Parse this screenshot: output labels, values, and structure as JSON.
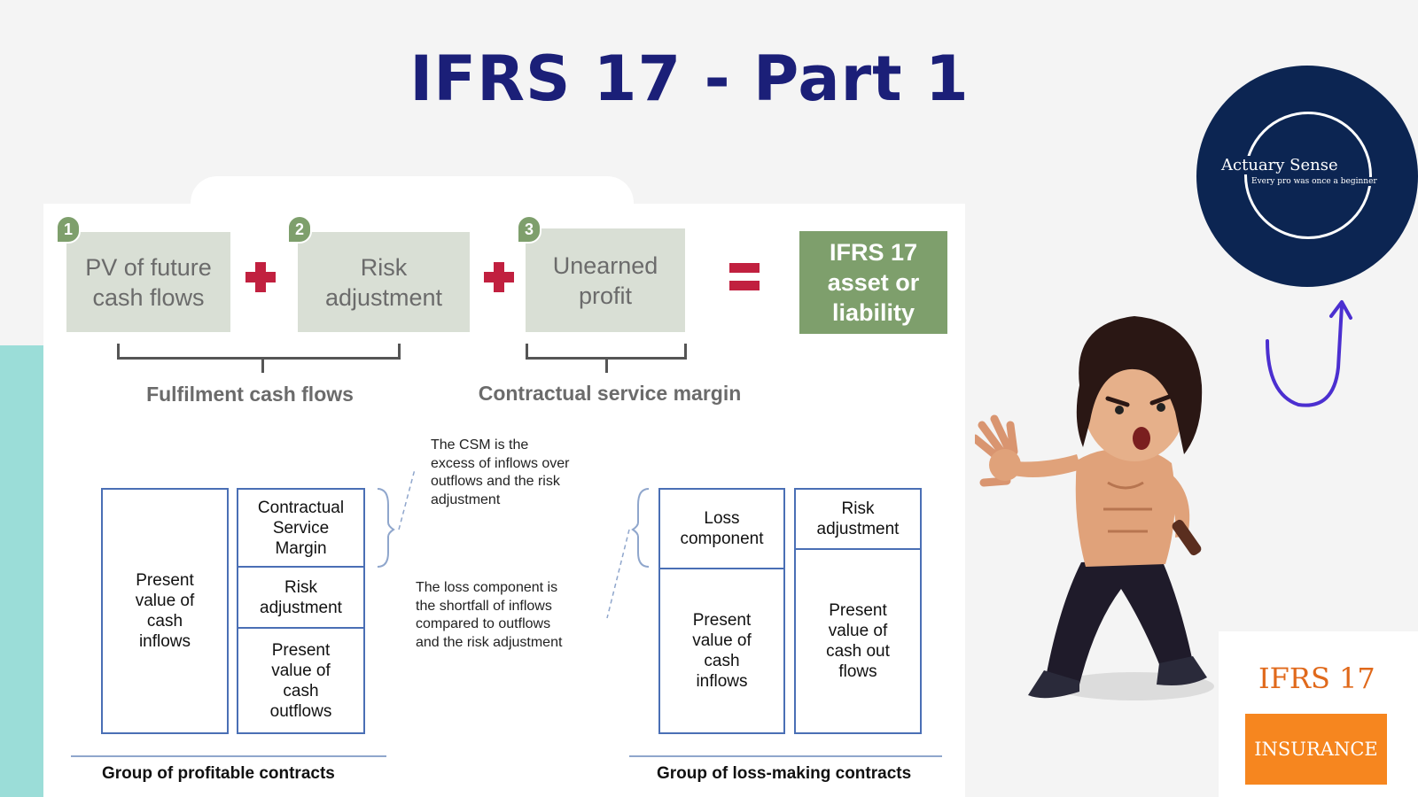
{
  "title": "IFRS 17 - Part 1",
  "equation": {
    "terms": [
      {
        "number": "1",
        "label": "PV of future\ncash flows"
      },
      {
        "number": "2",
        "label": "Risk\nadjustment"
      },
      {
        "number": "3",
        "label": "Unearned\nprofit"
      }
    ],
    "result": "IFRS 17\nasset or\nliability",
    "groups": [
      "Fulfilment cash flows",
      "Contractual service margin"
    ]
  },
  "profitable": {
    "left": "Present\nvalue of\ncash\ninflows",
    "right": [
      "Contractual\nService\nMargin",
      "Risk\nadjustment",
      "Present\nvalue of\ncash\noutflows"
    ],
    "label": "Group of profitable contracts"
  },
  "loss_making": {
    "left": [
      "Loss\ncomponent",
      "Present\nvalue of\ncash\ninflows"
    ],
    "right": [
      "Risk\nadjustment",
      "Present\nvalue of\ncash out\nflows"
    ],
    "label": "Group of loss-making contracts"
  },
  "notes": {
    "csm": "The CSM is the\nexcess of inflows over\noutflows and the risk\nadjustment",
    "loss": "The loss component is\nthe shortfall of inflows\ncompared to outflows\nand the risk adjustment"
  },
  "logo": {
    "name": "Actuary Sense",
    "tagline": "Every pro was once a beginner"
  },
  "badge": {
    "title": "IFRS 17",
    "subtitle": "INSURANCE"
  },
  "colors": {
    "title": "#1b1f78",
    "accent_red": "#c1203f",
    "green": "#7e9f6c",
    "box_grey": "#d9dfd5",
    "cell_border": "#4a6fb5",
    "teal": "#9bddd8",
    "navy": "#0c2552",
    "orange": "#f6861f"
  }
}
